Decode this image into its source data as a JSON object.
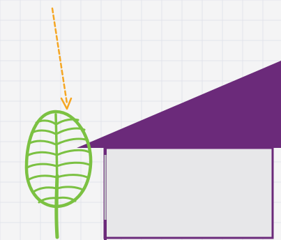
{
  "canvas": {
    "background": "#f4f4f5",
    "grid": true,
    "grid_color": "#e2e3ea"
  },
  "elements": {
    "arrow": {
      "icon": "dashed-arrow-down",
      "color": "#f5a623",
      "style": "dashed"
    },
    "leaf": {
      "icon": "leaf-icon",
      "color": "#7bc142"
    },
    "wedge": {
      "icon": "triangle-wedge",
      "color": "#6b2a7a"
    },
    "box": {
      "icon": "rectangle-box",
      "fill": "#e7e7e9",
      "border": "#6b2a7a"
    },
    "divider": {
      "icon": "vertical-divider",
      "color": "#bdbdc4"
    }
  }
}
